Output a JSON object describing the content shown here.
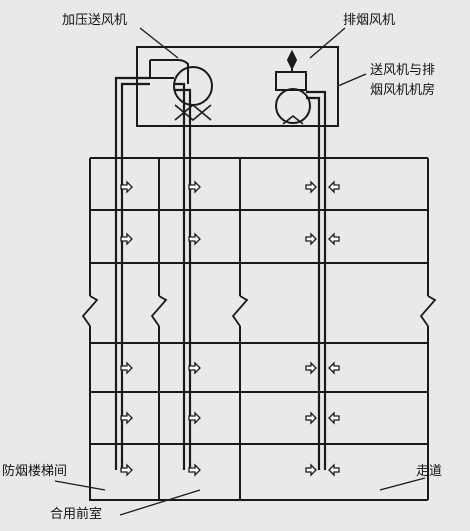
{
  "labels": {
    "pressurization_fan": "加压送风机",
    "exhaust_fan": "排烟风机",
    "fan_room_line1": "送风机与排",
    "fan_room_line2": "烟风机机房",
    "smoke_proof_stair": "防烟楼梯间",
    "combined_front_room": "合用前室",
    "corridor": "走道"
  },
  "colors": {
    "line": "#1a1a1a",
    "background": "#e9e9e9"
  }
}
